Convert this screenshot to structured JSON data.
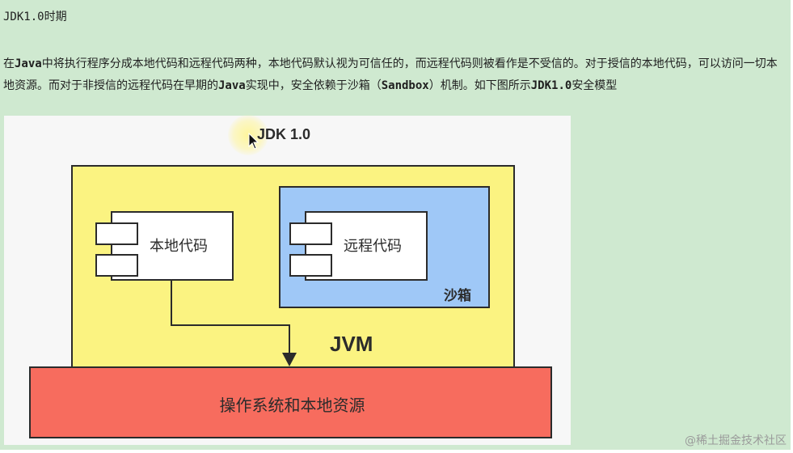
{
  "heading": "JDK1.0时期",
  "paragraph": {
    "s1": "在",
    "b1": "Java",
    "s2": "中将执行程序分成本地代码和远程代码两种，本地代码默认视为可信任的，而远程代码则被看作是不受信的。对于授信的本地代码，可以访问一切本地资源。而对于非授信的远程代码在早期的",
    "b2": "Java",
    "s3": "实现中，安全依赖于沙箱（",
    "b3": "Sandbox",
    "s4": "）机制。如下图所示",
    "b4": "JDK1.0",
    "s5": "安全模型"
  },
  "diagram": {
    "title": "JDK 1.0",
    "jvm_label": "JVM",
    "local_code_label": "本地代码",
    "remote_code_label": "远程代码",
    "sandbox_label": "沙箱",
    "os_label": "操作系统和本地资源"
  },
  "watermark": "@稀土掘金技术社区",
  "colors": {
    "page_bg": "#cfe9d0",
    "jvm_fill": "#fbf381",
    "sandbox_fill": "#9fc8f7",
    "os_fill": "#f76c5e"
  }
}
